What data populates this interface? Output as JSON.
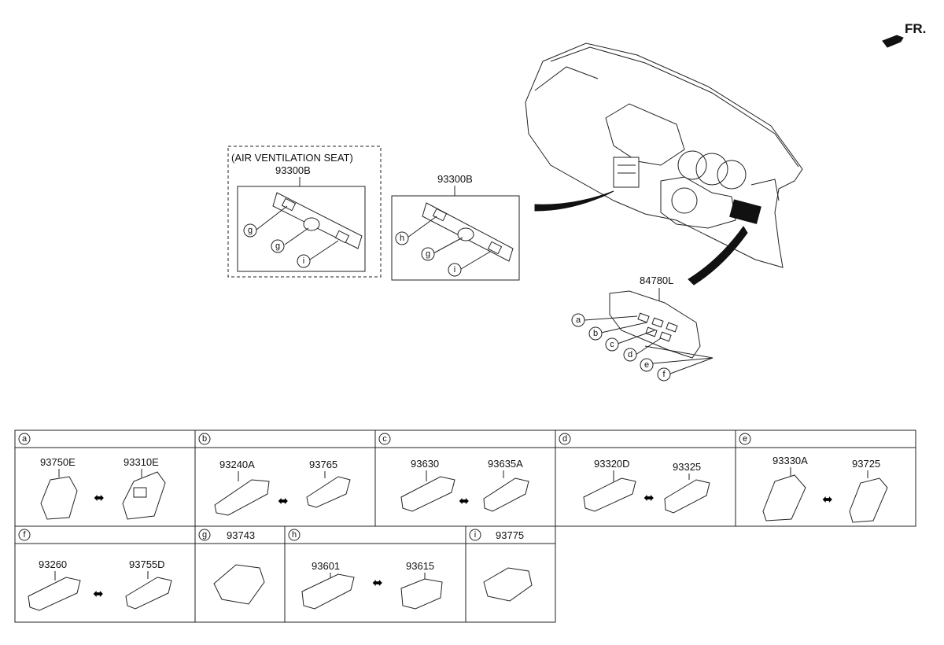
{
  "direction_label": "FR.",
  "diagram": {
    "av_seat_box": {
      "title": "(AIR VENTILATION SEAT)",
      "part": "93300B",
      "callouts": [
        "g",
        "g",
        "i"
      ]
    },
    "std_box": {
      "part": "93300B",
      "callouts": [
        "h",
        "g",
        "i"
      ]
    },
    "console": {
      "part": "84780L",
      "callouts": [
        "a",
        "b",
        "c",
        "d",
        "e",
        "f"
      ]
    }
  },
  "table": {
    "row1": [
      {
        "letter": "a",
        "parts": [
          "93750E",
          "93310E"
        ]
      },
      {
        "letter": "b",
        "parts": [
          "93240A",
          "93765"
        ]
      },
      {
        "letter": "c",
        "parts": [
          "93630",
          "93635A"
        ]
      },
      {
        "letter": "d",
        "parts": [
          "93320D",
          "93325"
        ]
      },
      {
        "letter": "e",
        "parts": [
          "93330A",
          "93725"
        ]
      }
    ],
    "row2": [
      {
        "letter": "f",
        "parts": [
          "93260",
          "93755D"
        ]
      },
      {
        "letter": "g",
        "header_part": "93743"
      },
      {
        "letter": "h",
        "parts": [
          "93601",
          "93615"
        ]
      },
      {
        "letter": "i",
        "header_part": "93775"
      }
    ]
  }
}
